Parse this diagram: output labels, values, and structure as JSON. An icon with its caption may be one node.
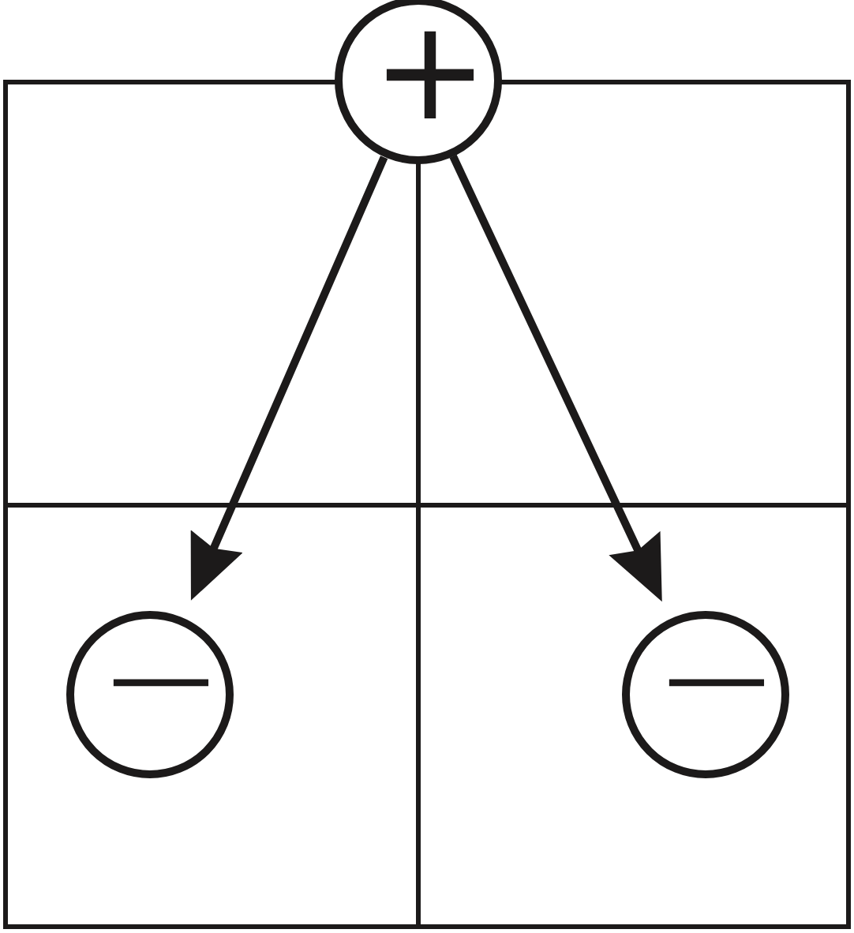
{
  "diagram": {
    "nodes": [
      {
        "text": [
          "+"
        ]
      },
      {
        "text": [
          "−"
        ]
      },
      {
        "text": [
          "−"
        ]
      }
    ],
    "edges": [
      {
        "from": 0,
        "to": 1,
        "arrow": "to"
      },
      {
        "from": 0,
        "to": 2,
        "arrow": "to"
      }
    ]
  }
}
